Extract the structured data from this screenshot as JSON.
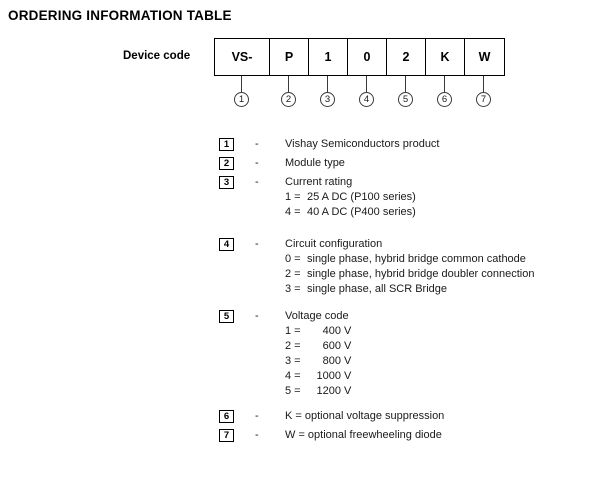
{
  "title": "ORDERING INFORMATION TABLE",
  "device_code": {
    "label": "Device code",
    "cells": [
      {
        "value": "VS-",
        "marker": "1"
      },
      {
        "value": "P",
        "marker": "2"
      },
      {
        "value": "1",
        "marker": "3"
      },
      {
        "value": "0",
        "marker": "4"
      },
      {
        "value": "2",
        "marker": "5"
      },
      {
        "value": "K",
        "marker": "6"
      },
      {
        "value": "W",
        "marker": "7"
      }
    ]
  },
  "legend": {
    "separator": "-",
    "items": [
      {
        "number": "1",
        "description": "Vishay Semiconductors product",
        "sublines": []
      },
      {
        "number": "2",
        "description": "Module type",
        "sublines": []
      },
      {
        "number": "3",
        "description": "Current rating",
        "sublines": [
          {
            "key": "1 =",
            "value": "25 A DC (P100 series)"
          },
          {
            "key": "4 =",
            "value": "40 A DC (P400 series)"
          }
        ]
      },
      {
        "number": "4",
        "description": "Circuit configuration",
        "sublines": [
          {
            "key": "0 =",
            "value": "single phase, hybrid bridge common cathode"
          },
          {
            "key": "2 =",
            "value": "single phase, hybrid bridge doubler connection"
          },
          {
            "key": "3 =",
            "value": "single phase, all SCR Bridge"
          }
        ]
      },
      {
        "number": "5",
        "description": "Voltage code",
        "sublines": [
          {
            "key": "1 =",
            "value": "400",
            "unit": "V"
          },
          {
            "key": "2 =",
            "value": "600",
            "unit": "V"
          },
          {
            "key": "3 =",
            "value": "800",
            "unit": "V"
          },
          {
            "key": "4 =",
            "value": "1000",
            "unit": "V"
          },
          {
            "key": "5 =",
            "value": "1200",
            "unit": "V"
          }
        ]
      },
      {
        "number": "6",
        "description": "K = optional voltage suppression",
        "sublines": []
      },
      {
        "number": "7",
        "description": "W = optional freewheeling diode",
        "sublines": []
      }
    ]
  },
  "layout": {
    "item_tops": [
      0,
      19,
      38,
      100,
      172,
      272,
      291
    ],
    "cell_widths": [
      55,
      39,
      39,
      39,
      39,
      39,
      39
    ]
  },
  "colors": {
    "text": "#1a1a1a",
    "rule": "#000000",
    "leader": "#3a3a3a",
    "background": "#ffffff"
  }
}
